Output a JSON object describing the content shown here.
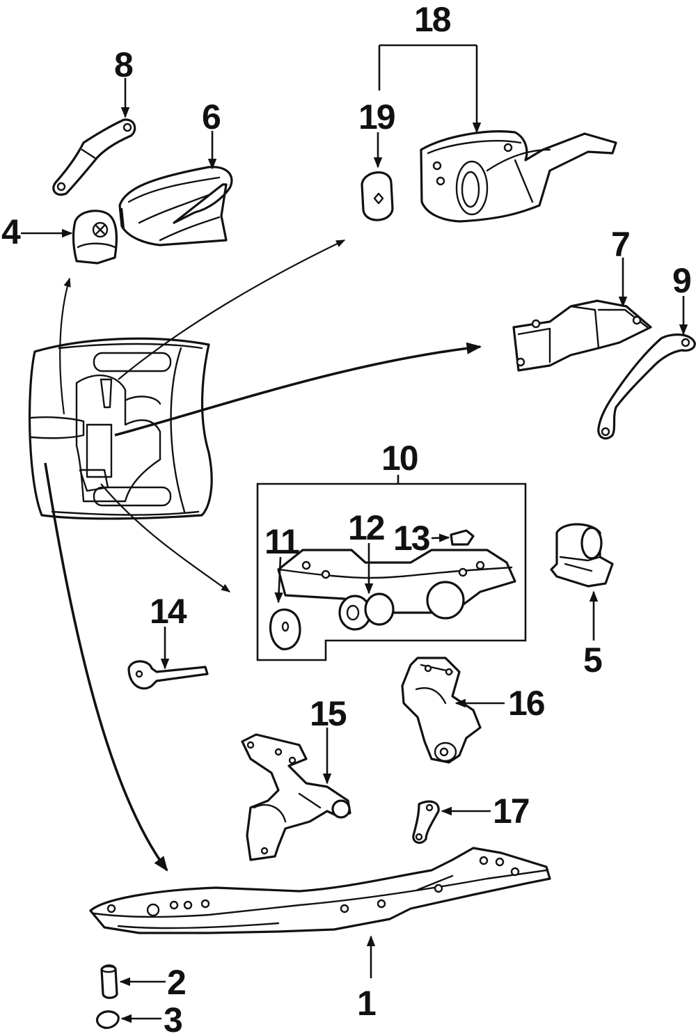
{
  "callouts": [
    {
      "id": "1",
      "text": "1"
    },
    {
      "id": "2",
      "text": "2"
    },
    {
      "id": "3",
      "text": "3"
    },
    {
      "id": "4",
      "text": "4"
    },
    {
      "id": "5",
      "text": "5"
    },
    {
      "id": "6",
      "text": "6"
    },
    {
      "id": "7",
      "text": "7"
    },
    {
      "id": "8",
      "text": "8"
    },
    {
      "id": "9",
      "text": "9"
    },
    {
      "id": "10",
      "text": "10"
    },
    {
      "id": "11",
      "text": "11"
    },
    {
      "id": "12",
      "text": "12"
    },
    {
      "id": "13",
      "text": "13"
    },
    {
      "id": "14",
      "text": "14"
    },
    {
      "id": "15",
      "text": "15"
    },
    {
      "id": "16",
      "text": "16"
    },
    {
      "id": "17",
      "text": "17"
    },
    {
      "id": "18",
      "text": "18"
    },
    {
      "id": "19",
      "text": "19"
    }
  ],
  "colors": {
    "ink": "#111111",
    "paper": "#ffffff"
  }
}
